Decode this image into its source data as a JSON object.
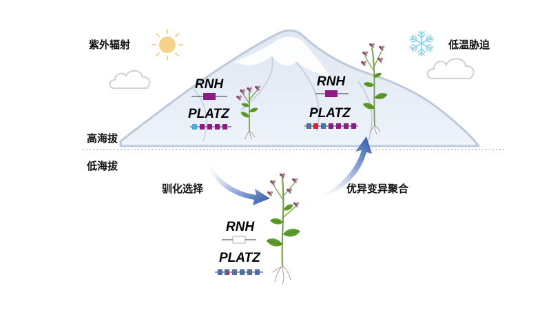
{
  "labels": {
    "uv": "紫外辐射",
    "cold": "低温胁迫",
    "high_altitude": "高海拔",
    "low_altitude": "低海拔",
    "domestication": "驯化选择",
    "aggregation": "优异变异聚合"
  },
  "genes": {
    "high_left": {
      "rnh": "RNH",
      "platz": "PLATZ"
    },
    "high_right": {
      "rnh": "RNH",
      "platz": "PLATZ"
    },
    "low": {
      "rnh": "RNH",
      "platz": "PLATZ"
    }
  },
  "colors": {
    "mountain_fill": "#e6edf7",
    "mountain_line": "#bcc9d8",
    "rnh_present": "#8e1a86",
    "rnh_absent": "#ffffff",
    "platz_exon_purple": "#8e1a86",
    "platz_exon_blue": "#4d6fa5",
    "platz_variant_red": "#e01e2a",
    "platz_variant_cyan": "#2fb5e6",
    "arrow": "#2d56a6",
    "sun": "#f7d38a",
    "snowflake": "#8fd3ee"
  },
  "icons": [
    "sun-icon",
    "snowflake-icon",
    "cloud-icon",
    "buckwheat-plant-icon",
    "mountain-icon"
  ]
}
